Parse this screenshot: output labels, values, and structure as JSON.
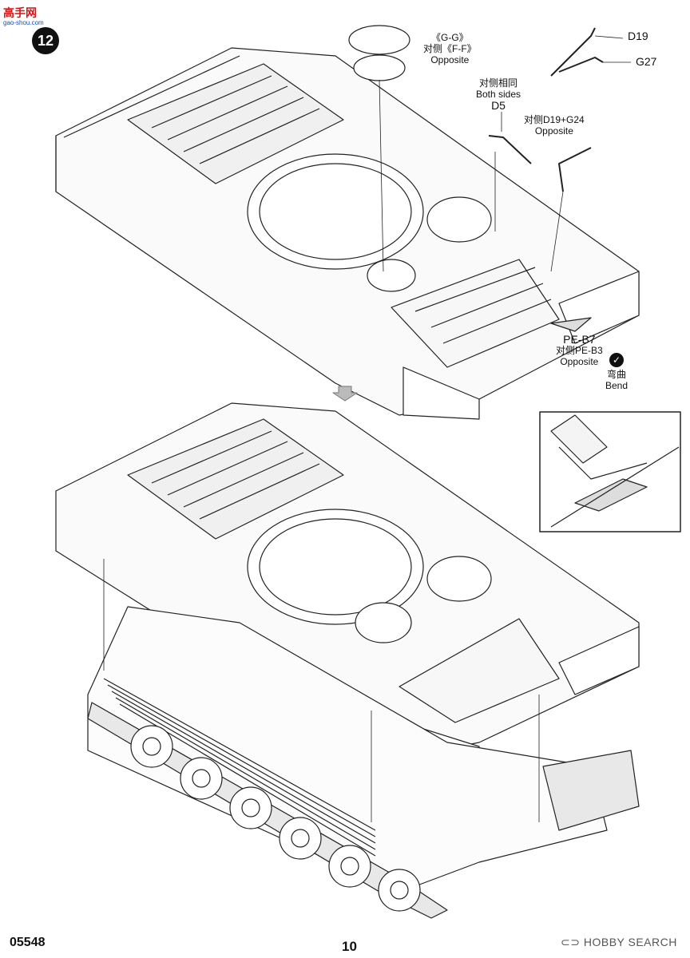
{
  "header": {
    "site_logo": "高手网",
    "site_logo_sub": "gao-shou.com",
    "step_number": "12"
  },
  "callouts": {
    "gg_label": "《G-G》",
    "ff_label": "对侧《F-F》",
    "ff_opposite": "Opposite",
    "d19": "D19",
    "g27": "G27",
    "both_sides_cn": "对侧相同",
    "both_sides_en": "Both sides",
    "d5": "D5",
    "d19g24_label": "对侧D19+G24",
    "d19g24_opposite": "Opposite",
    "peb7": "PE-B7",
    "peb3_label": "对侧PE-B3",
    "peb3_opposite": "Opposite",
    "bend_cn": "弯曲",
    "bend_en": "Bend"
  },
  "footer": {
    "product_code": "05548",
    "page_number": "10",
    "watermark": "HOBBY SEARCH"
  }
}
